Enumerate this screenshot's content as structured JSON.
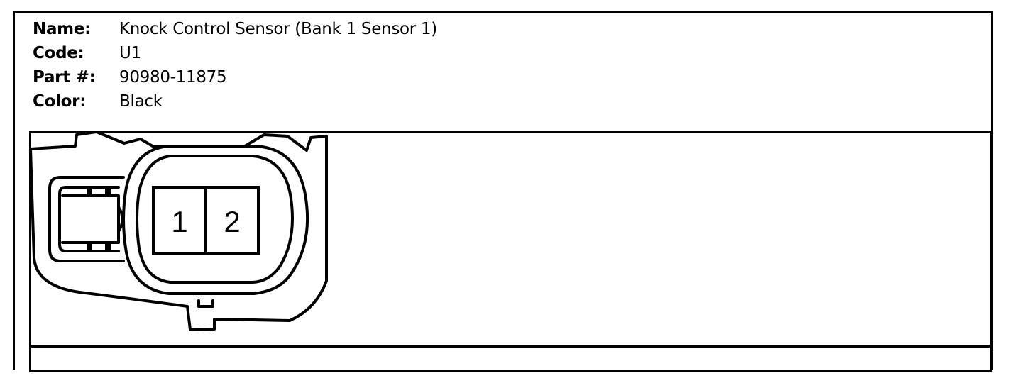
{
  "connector": {
    "name_label": "Name:",
    "name_value": "Knock Control Sensor (Bank 1 Sensor 1)",
    "code_label": "Code:",
    "code_value": "U1",
    "part_label": "Part #:",
    "part_value": "90980-11875",
    "color_label": "Color:",
    "color_value": "Black"
  },
  "pins": [
    {
      "number": "1"
    },
    {
      "number": "2"
    }
  ],
  "colors": {
    "line": "#000000",
    "background": "#ffffff"
  }
}
